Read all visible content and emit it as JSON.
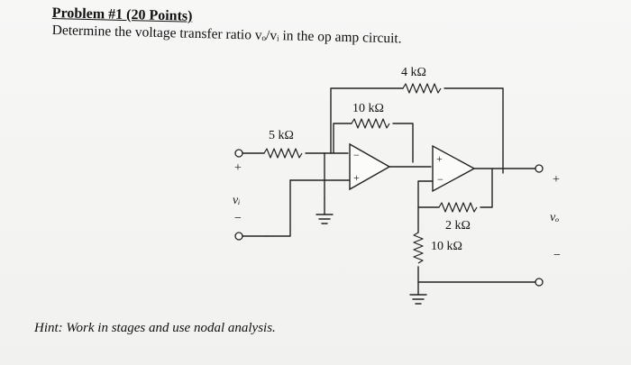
{
  "problem": {
    "title": "Problem #1 (20 Points)",
    "instruction": "Determine the voltage transfer ratio vₒ/vᵢ in the op amp circuit."
  },
  "circuit": {
    "resistors": {
      "r_input": "5 kΩ",
      "r_feedback_first": "10 kΩ",
      "r_feedback_overall": "4 kΩ",
      "r_feedback_second": "2 kΩ",
      "r_ground": "10 kΩ"
    },
    "input": {
      "plus": "+",
      "minus": "−",
      "label": "vᵢ"
    },
    "output": {
      "plus": "+",
      "minus": "−",
      "label": "vₒ"
    },
    "opamp_first": {
      "plus": "+",
      "minus": "−"
    },
    "opamp_second": {
      "plus": "+",
      "minus": "−"
    }
  },
  "hint": {
    "label": "Hint:",
    "text": "Work in stages and use nodal analysis."
  }
}
